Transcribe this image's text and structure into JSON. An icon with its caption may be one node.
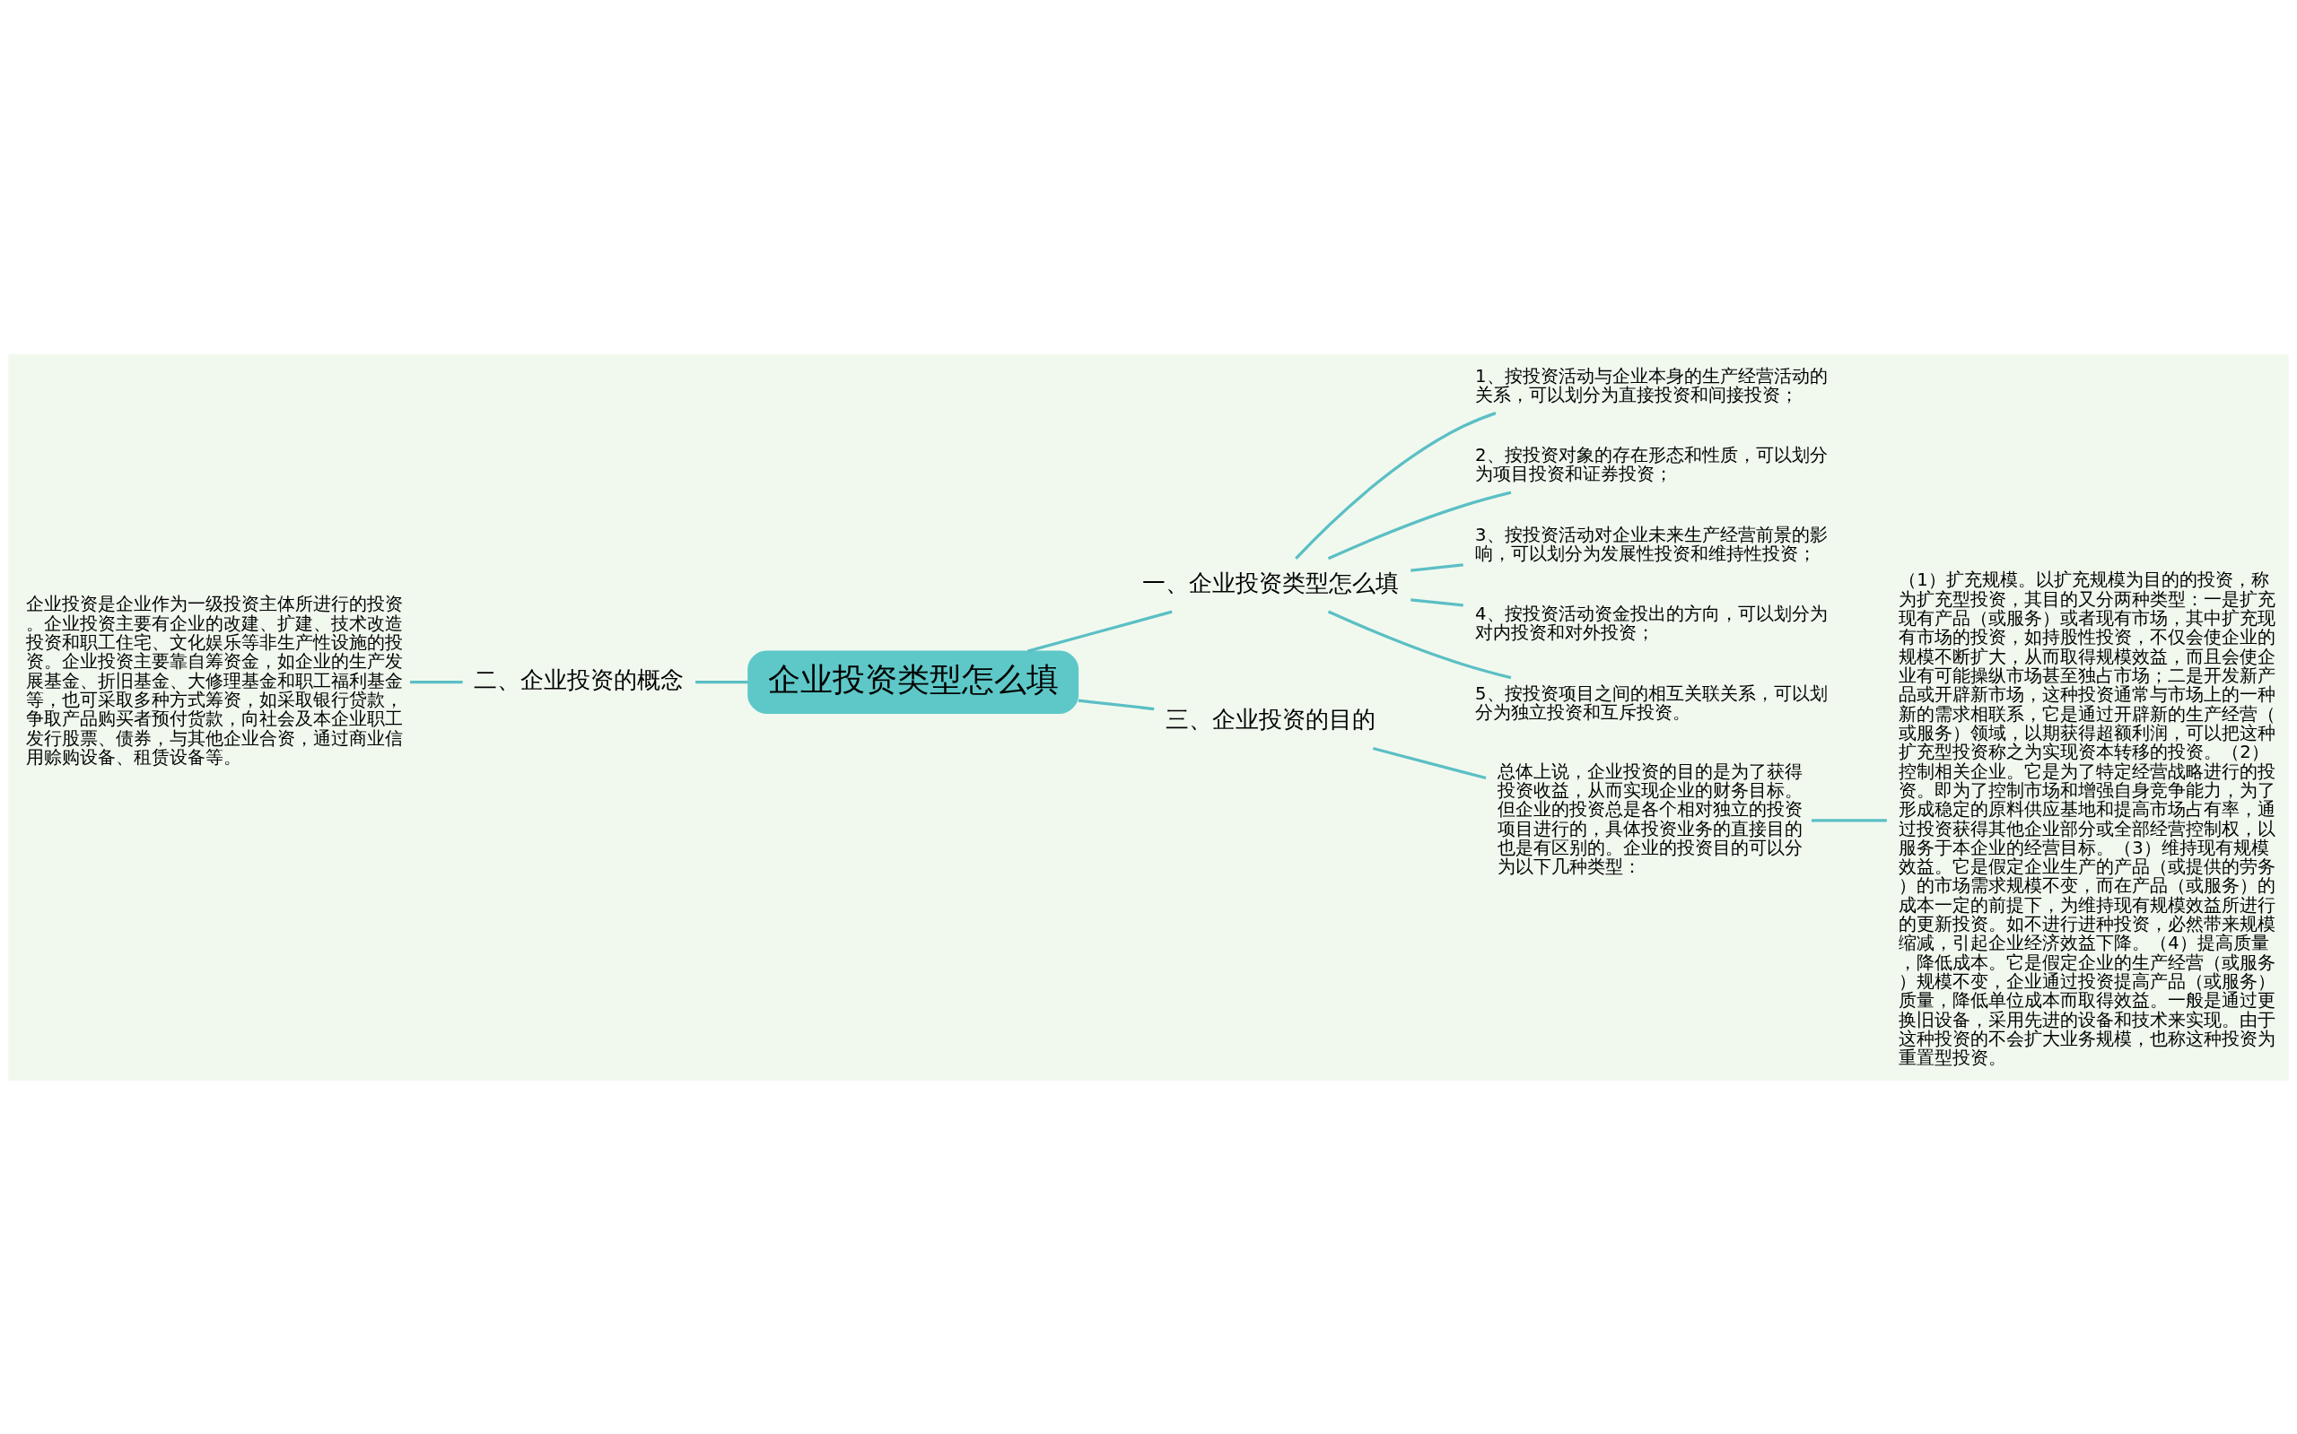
{
  "diagram": {
    "nodes": [
      {
        "text": [
          "企业投资类型怎么填"
        ]
      },
      {
        "text": [
          "一、企业投资类型怎么填"
        ]
      },
      {
        "text": [
          "1、按投资活动与企业本身的生产经营活动的关系，可以划分为直接投资和间接投资；"
        ]
      },
      {
        "text": [
          "2、按投资对象的存在形态和性质，可以划分为项目投资和证券投资；"
        ]
      },
      {
        "text": [
          "3、按投资活动对企业未来生产经营前景的影响，可以划分为发展性投资和维持性投资；"
        ]
      },
      {
        "text": [
          "4、按投资活动资金投出的方向，可以划分为对内投资和对外投资；"
        ]
      },
      {
        "text": [
          "5、按投资项目之间的相互关联关系，可以划分为独立投资和互斥投资。"
        ]
      },
      {
        "text": [
          "二、企业投资的概念"
        ]
      },
      {
        "text": [
          "企业投资是企业作为一级投资主体所进行的投资。企业投资主要有企业的改建、扩建、技术改造投资和职工住宅、文化娱乐等非生产性设施的投资。企业投资主要靠自筹资金，如企业的生产发展基金、折旧基金、大修理基金和职工福利基金等，也可采取多种方式筹资，如采取银行贷款，争取产品购买者预付货款，向社会及本企业职工发行股票、债券，与其他企业合资，通过商业信用赊购设备、租赁设备等。"
        ]
      },
      {
        "text": [
          "三、企业投资的目的"
        ]
      },
      {
        "text": [
          "总体上说，企业投资的目的是为了获得投资收益，从而实现企业的财务目标。但企业的投资总是各个相对独立的投资项目进行的，具体投资业务的直接目的也是有区别的。企业的投资目的可以分为以下几种类型："
        ]
      },
      {
        "text": [
          "（1）扩充规模。以扩充规模为目的的投资，称为扩充型投资，其目的又分两种类型：一是扩充现有产品（或服务）或者现有市场，其中扩充现有市场的投资，如持股性投资，不仅会使企业的规模不断扩大，从而取得规模效益，而且会使企业有可能操纵市场甚至独占市场；二是开发新产品或开辟新市场，这种投资通常与市场上的一种新的需求相联系，它是通过开辟新的生产经营（或服务）领域，以期获得超额利润，可以把这种扩充型投资称之为实现资本转移的投资。（2）控制相关企业。它是为了特定经营战略进行的投资。即为了控制市场和增强自身竞争能力，为了形成稳定的原料供应基地和提高市场占有率，通过投资获得其他企业部分或全部经营控制权，以服务于本企业的经营目标。（3）维持现有规模效益。它是假定企业生产的产品（或提供的劳务）的市场需求规模不变，而在产品（或服务）的成本一定的前提下，为维持现有规模效益所进行的更新投资。如不进行进种投资，必然带来规模缩减，引起企业经济效益下降。（4）提高质量，降低成本。它是假定企业的生产经营（或服务）规模不变，企业通过投资提高产品（或服务）质量，降低单位成本而取得效益。一般是通过更换旧设备，采用先进的设备和技术来实现。由于这种投资的不会扩大业务规模，也称这种投资为重置型投资。"
        ]
      }
    ],
    "edges": [
      {
        "from": 0,
        "to": 1,
        "arrow": "none"
      },
      {
        "from": 1,
        "to": 2,
        "arrow": "none"
      },
      {
        "from": 1,
        "to": 3,
        "arrow": "none"
      },
      {
        "from": 1,
        "to": 4,
        "arrow": "none"
      },
      {
        "from": 1,
        "to": 5,
        "arrow": "none"
      },
      {
        "from": 1,
        "to": 6,
        "arrow": "none"
      },
      {
        "from": 7,
        "to": 0,
        "arrow": "none"
      },
      {
        "from": 8,
        "to": 7,
        "arrow": "none"
      },
      {
        "from": 0,
        "to": 9,
        "arrow": "none"
      },
      {
        "from": 9,
        "to": 10,
        "arrow": "none"
      },
      {
        "from": 10,
        "to": 11,
        "arrow": "none"
      }
    ]
  }
}
